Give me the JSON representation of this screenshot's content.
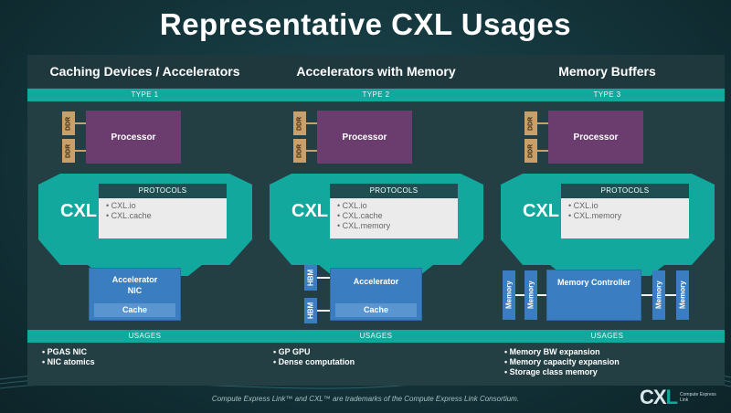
{
  "title": "Representative CXL Usages",
  "footer": "Compute Express Link™ and CXL™ are trademarks of the Compute Express Link Consortium.",
  "logo": {
    "mark_left": "CX",
    "mark_right": "L",
    "sub": "Compute Express Link"
  },
  "colors": {
    "teal": "#13a89e",
    "processor": "#6b3d6f",
    "ddr": "#c9a06a",
    "device": "#3a7dc0"
  },
  "columns": [
    {
      "heading": "Caching Devices / Accelerators",
      "type": "TYPE 1",
      "ddr": [
        "DDR",
        "DDR"
      ],
      "processor": "Processor",
      "cxl": "CXL",
      "protocols_label": "PROTOCOLS",
      "protocols": [
        "CXL.io",
        "CXL.cache"
      ],
      "device_line1": "Accelerator",
      "device_line2": "NIC",
      "cache": "Cache",
      "usages_label": "USAGES",
      "usages": [
        "PGAS NIC",
        "NIC atomics"
      ]
    },
    {
      "heading": "Accelerators with Memory",
      "type": "TYPE 2",
      "ddr": [
        "DDR",
        "DDR"
      ],
      "processor": "Processor",
      "cxl": "CXL",
      "protocols_label": "PROTOCOLS",
      "protocols": [
        "CXL.io",
        "CXL.cache",
        "CXL.memory"
      ],
      "hbm": [
        "HBM",
        "HBM"
      ],
      "device_line1": "Accelerator",
      "cache": "Cache",
      "usages_label": "USAGES",
      "usages": [
        "GP GPU",
        "Dense computation"
      ]
    },
    {
      "heading": "Memory Buffers",
      "type": "TYPE 3",
      "ddr": [
        "DDR",
        "DDR"
      ],
      "processor": "Processor",
      "cxl": "CXL",
      "protocols_label": "PROTOCOLS",
      "protocols": [
        "CXL.io",
        "CXL.memory"
      ],
      "memory": [
        "Memory",
        "Memory",
        "Memory",
        "Memory"
      ],
      "device_line1": "Memory Controller",
      "usages_label": "USAGES",
      "usages": [
        "Memory BW expansion",
        "Memory capacity expansion",
        "Storage class memory"
      ]
    }
  ]
}
